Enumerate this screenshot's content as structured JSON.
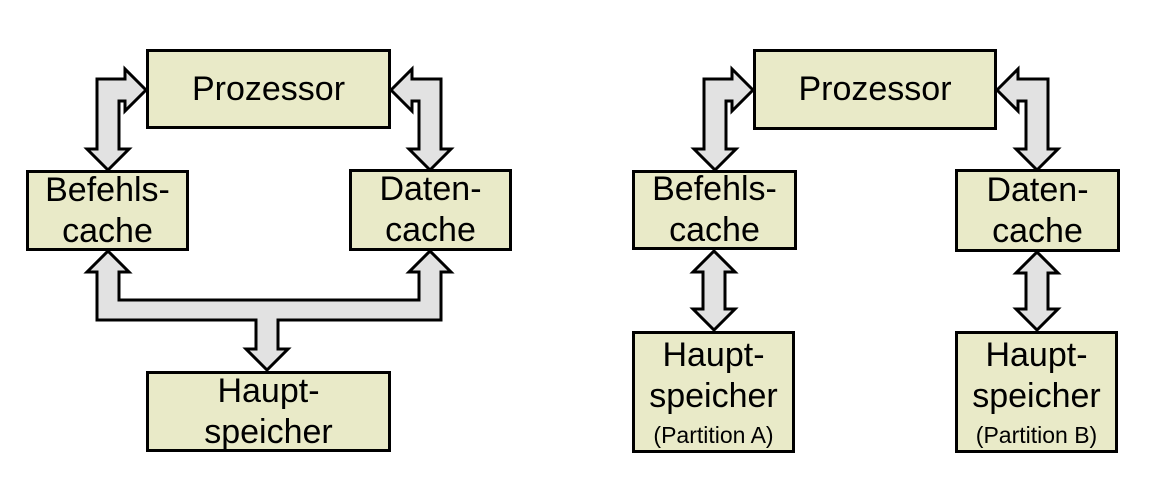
{
  "colors": {
    "background": "#ffffff",
    "box_fill": "#e9eac8",
    "box_border": "#000000",
    "arrow_fill": "#e2e2e2",
    "arrow_outline": "#000000",
    "text": "#000000"
  },
  "left_diagram": {
    "prozessor_label": "Prozessor",
    "befehls_cache_line1": "Befehls-",
    "befehls_cache_line2": "cache",
    "daten_cache_line1": "Daten-",
    "daten_cache_line2": "cache",
    "haupt_speicher_line1": "Haupt-",
    "haupt_speicher_line2": "speicher"
  },
  "right_diagram": {
    "prozessor_label": "Prozessor",
    "befehls_cache_line1": "Befehls-",
    "befehls_cache_line2": "cache",
    "daten_cache_line1": "Daten-",
    "daten_cache_line2": "cache",
    "haupt_speicher_a_line1": "Haupt-",
    "haupt_speicher_a_line2": "speicher",
    "haupt_speicher_a_line3": "(Partition A)",
    "haupt_speicher_b_line1": "Haupt-",
    "haupt_speicher_b_line2": "speicher",
    "haupt_speicher_b_line3": "(Partition B)"
  }
}
